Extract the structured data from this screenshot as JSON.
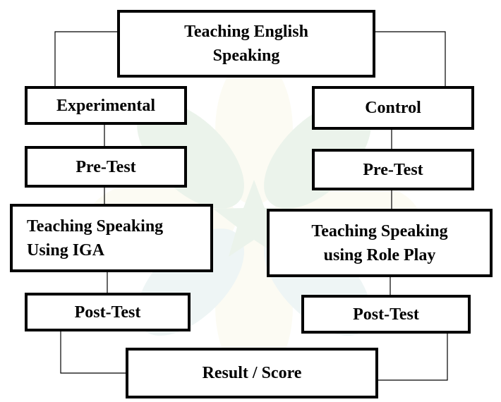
{
  "diagram": {
    "root": {
      "label_line1": "Teaching English",
      "label_line2": "Speaking"
    },
    "experimental": {
      "group": "Experimental",
      "pretest": "Pre-Test",
      "treatment_line1": "Teaching Speaking",
      "treatment_line2": "Using IGA",
      "posttest": "Post-Test"
    },
    "control": {
      "group": "Control",
      "pretest": "Pre-Test",
      "treatment_line1": "Teaching Speaking",
      "treatment_line2": "using Role Play",
      "posttest": "Post-Test"
    },
    "result": "Result / Score"
  },
  "colors": {
    "stroke": "#000000",
    "text": "#000000",
    "watermark_green": "#6aa86a",
    "watermark_yellow": "#e9e3a6",
    "watermark_teal": "#7fb6ba"
  }
}
